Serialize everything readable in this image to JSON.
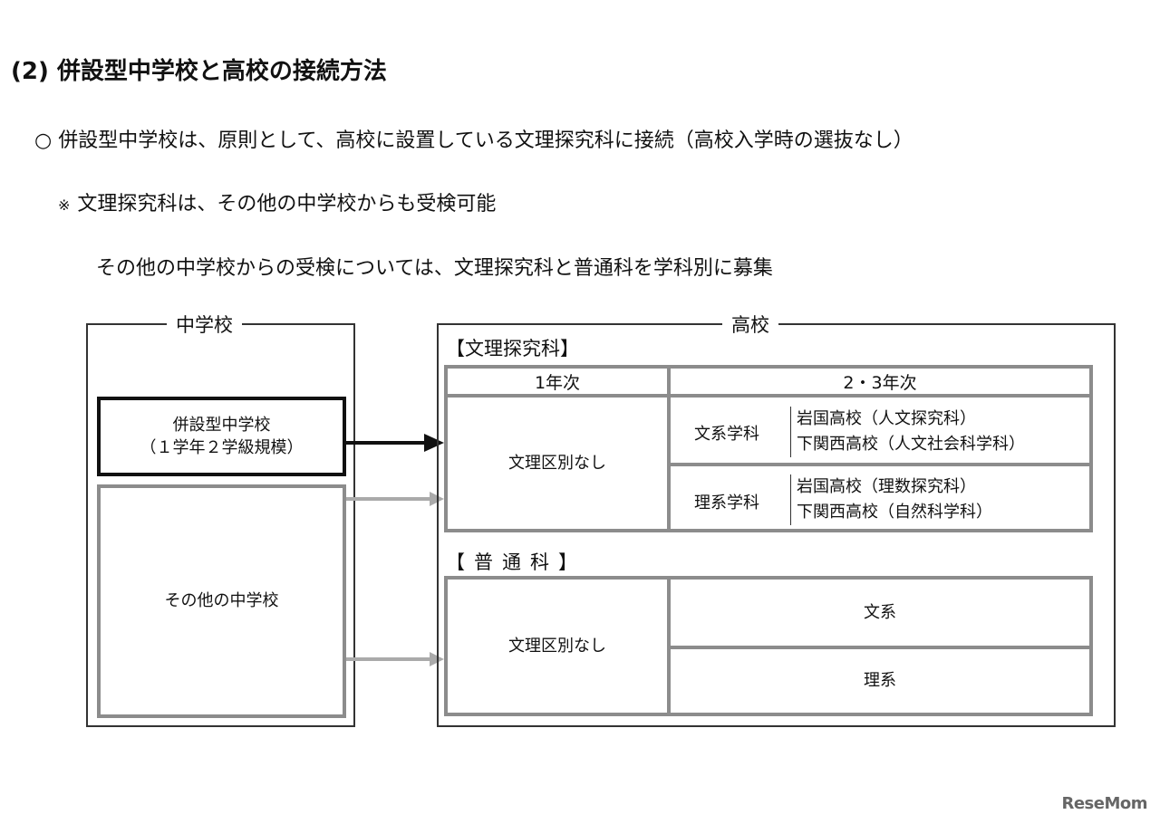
{
  "heading": "(2) 併設型中学校と高校の接続方法",
  "paragraphs": {
    "p1": "○ 併設型中学校は、原則として、高校に設置している文理探究科に接続（高校入学時の選抜なし）",
    "p2_mark": "※",
    "p2": "文理探究科は、その他の中学校からも受検可能",
    "p3": "その他の中学校からの受検については、文理探究科と普通科を学科別に募集"
  },
  "diagram": {
    "middle_school": {
      "title": "中学校",
      "combined": "併設型中学校\n（１学年２学級規模）",
      "other": "その他の中学校"
    },
    "high_school": {
      "title": "高校",
      "bunri": {
        "label": "【文理探究科】",
        "header_year1": "1年次",
        "header_year23": "2・3年次",
        "no_division": "文理区別なし",
        "humanities": {
          "dept": "文系学科",
          "schools": [
            "岩国高校（人文探究科）",
            "下関西高校（人文社会科学科）"
          ]
        },
        "science": {
          "dept": "理系学科",
          "schools": [
            "岩国高校（理数探究科）",
            "下関西高校（自然科学科）"
          ]
        }
      },
      "general": {
        "label": "【普通科】",
        "no_division": "文理区別なし",
        "humanities": "文系",
        "science": "理系"
      }
    }
  },
  "logo": "ReseMom",
  "colors": {
    "black_box": "#111111",
    "gray_box": "#8c8c8c",
    "arrow_gray": "#aaaaaa"
  }
}
